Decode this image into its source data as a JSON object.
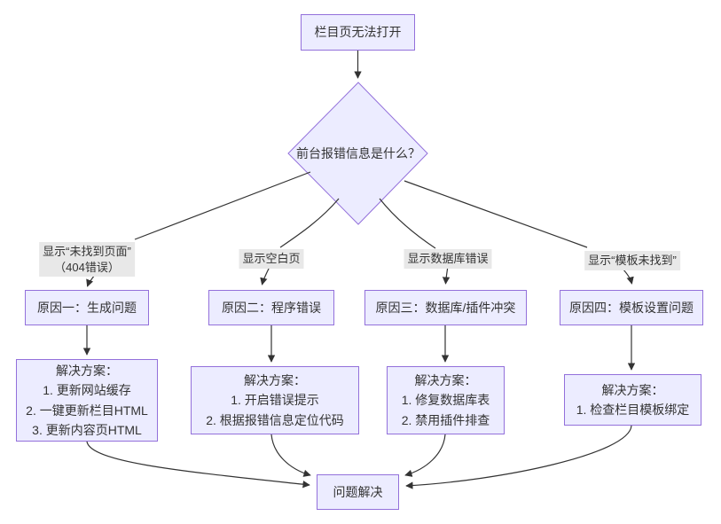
{
  "diagram": {
    "start": "栏目页无法打开",
    "decision": "前台报错信息是什么？",
    "end": "问题解决",
    "branches": [
      {
        "label_line1": "显示“未找到页面”",
        "label_line2": "（404错误）",
        "cause": "原因一：生成问题",
        "solution": [
          "解决方案：",
          "1. 更新网站缓存",
          "2. 一键更新栏目HTML",
          "3. 更新内容页HTML"
        ]
      },
      {
        "label_line1": "显示空白页",
        "cause": "原因二：程序错误",
        "solution": [
          "解决方案：",
          "1. 开启错误提示",
          "2. 根据报错信息定位代码"
        ]
      },
      {
        "label_line1": "显示数据库错误",
        "cause": "原因三：数据库/插件冲突",
        "solution": [
          "解决方案：",
          "1. 修复数据库表",
          "2. 禁用插件排查"
        ]
      },
      {
        "label_line1": "显示“模板未找到”",
        "cause": "原因四：模板设置问题",
        "solution": [
          "解决方案：",
          "1. 检查栏目模板绑定"
        ]
      }
    ],
    "colors": {
      "node_fill": "#ECECFF",
      "node_border": "#9370DB",
      "edge": "#333333",
      "label_bg": "#e8e8e8",
      "text": "#333333"
    }
  }
}
